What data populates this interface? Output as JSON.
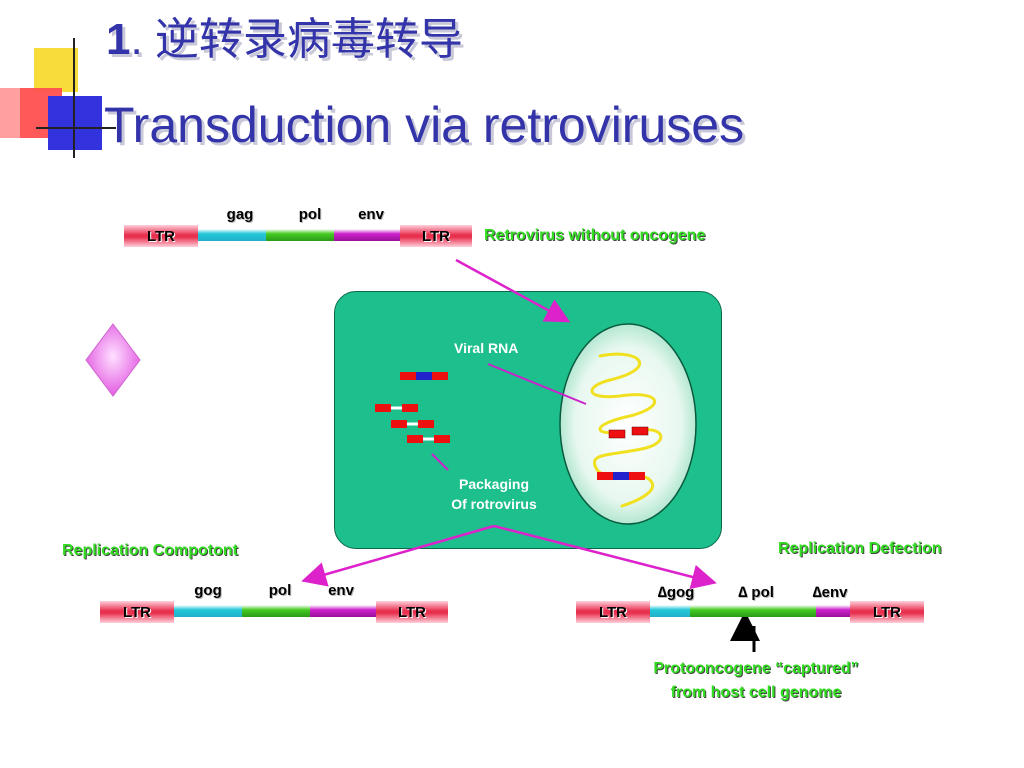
{
  "title": {
    "number": "1",
    "chinese": ". 逆转录病毒转导",
    "english": "Transduction via retroviruses"
  },
  "top_construct": {
    "ltr_left": "LTR",
    "ltr_right": "LTR",
    "genes": [
      "gag",
      "pol",
      "env"
    ],
    "caption": "Retrovirus without oncogene"
  },
  "cell": {
    "viral_rna_label": "Viral RNA",
    "packaging_line1": "Packaging",
    "packaging_line2": "Of rotrovirus"
  },
  "left_construct": {
    "heading": "Replication Compotont",
    "ltr_left": "LTR",
    "ltr_right": "LTR",
    "genes": [
      "gog",
      "pol",
      "env"
    ]
  },
  "right_construct": {
    "heading": "Replication Defection",
    "ltr_left": "LTR",
    "ltr_right": "LTR",
    "genes": [
      "∆gog",
      "∆ pol",
      "∆env"
    ],
    "note_line1": "Protooncogene “captured”",
    "note_line2": "from host cell genome"
  },
  "colors": {
    "title": "#3333aa",
    "caption_green": "#33dd22",
    "cell": "#1dbf8c",
    "ltr": "#e8304e",
    "gag": "#22c8d8",
    "pol": "#44cc22",
    "env": "#cc22cc",
    "arrow": "#dd22cc"
  },
  "icons": [
    "corner-decoration",
    "diamond-bullet"
  ]
}
